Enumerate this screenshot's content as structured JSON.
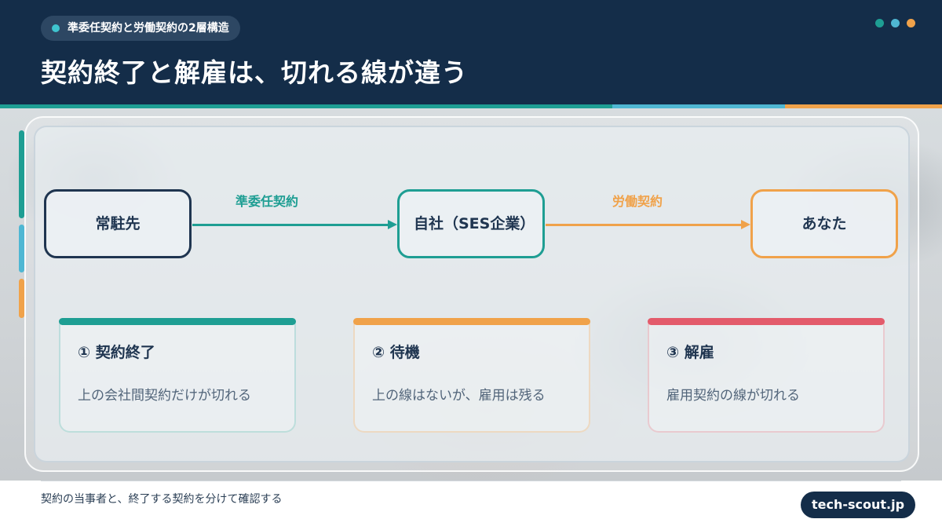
{
  "header": {
    "tag": "準委任契約と労働契約の2層構造",
    "title": "契約終了と解雇は、切れる線が違う",
    "dot_colors": [
      "#1e9e93",
      "#4fb7d3",
      "#f0a24a"
    ]
  },
  "flow": {
    "nodes": [
      {
        "label": "常駐先",
        "color": "#1f3550"
      },
      {
        "label": "自社（SES企業）",
        "color": "#1e9e93"
      },
      {
        "label": "あなた",
        "color": "#f0a24a"
      }
    ],
    "links": [
      {
        "label": "準委任契約",
        "color": "#1e9e93"
      },
      {
        "label": "労働契約",
        "color": "#f0a24a"
      }
    ]
  },
  "cards": [
    {
      "title": "① 契約終了",
      "text": "上の会社間契約だけが切れる",
      "color": "#1e9e93"
    },
    {
      "title": "② 待機",
      "text": "上の線はないが、雇用は残る",
      "color": "#f0a24a"
    },
    {
      "title": "③ 解雇",
      "text": "雇用契約の線が切れる",
      "color": "#e35b6b"
    }
  ],
  "footer": {
    "note": "契約の当事者と、終了する契約を分けて確認する",
    "brand": "tech-scout.jp"
  }
}
